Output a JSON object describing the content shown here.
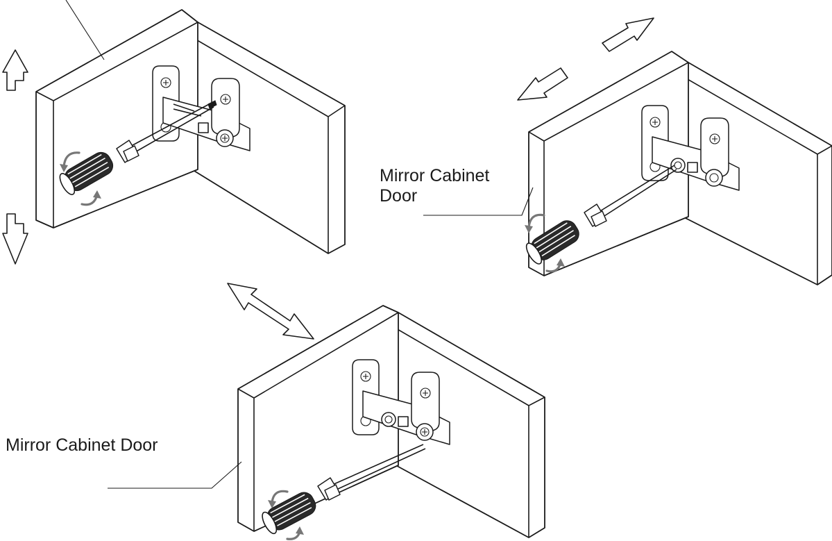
{
  "labels": {
    "door_right_line1": "Mirror Cabinet",
    "door_right_line2": "Door",
    "door_bottom": "Mirror Cabinet Door"
  }
}
